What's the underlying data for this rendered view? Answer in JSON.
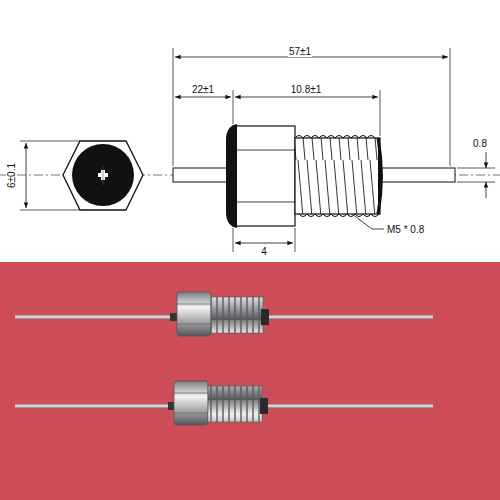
{
  "diagram": {
    "labels": [
      "57±1",
      "22±1",
      "10.8±1",
      "0.8",
      "6±0.1",
      "M5 * 0.8",
      "4"
    ]
  }
}
